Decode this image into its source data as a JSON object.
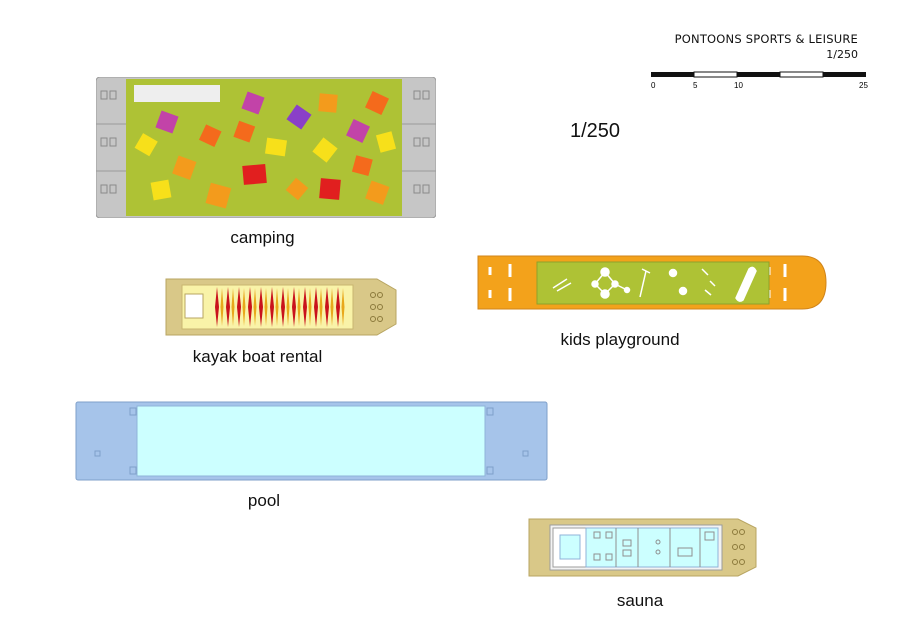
{
  "header": {
    "title": "PONTOONS SPORTS & LEISURE",
    "scale": "1/250"
  },
  "scalebar": {
    "ticks": [
      "0",
      "5",
      "10",
      "25"
    ]
  },
  "center_scale": "1/250",
  "pontoons": {
    "camping": {
      "label": "camping"
    },
    "kayak": {
      "label": "kayak boat rental"
    },
    "kids": {
      "label": "kids playground"
    },
    "pool": {
      "label": "pool"
    },
    "sauna": {
      "label": "sauna"
    }
  },
  "colors": {
    "grass": "#aec235",
    "pool_water": "#ccffff",
    "pool_deck": "#a6c4ea",
    "kids_hull": "#f3a21b",
    "deck_tan": "#d9c888",
    "grey_hull": "#c6c6c6"
  }
}
